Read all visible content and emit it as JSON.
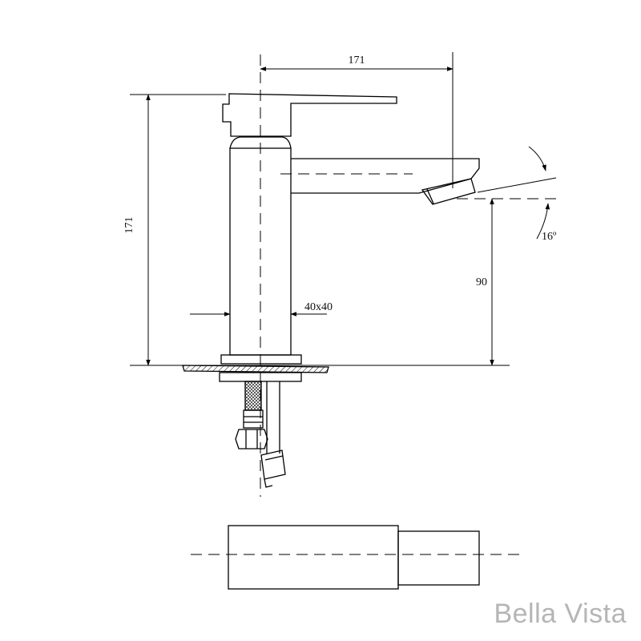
{
  "dimensions": {
    "reach": "171",
    "height": "171",
    "body_size": "40x40",
    "spout_height": "90",
    "spout_angle": "16º"
  },
  "brand": {
    "logo_text": "Bella Vista"
  },
  "colors": {
    "line": "#000000",
    "dim_line": "#222222",
    "brand": "#b5b5b5"
  }
}
